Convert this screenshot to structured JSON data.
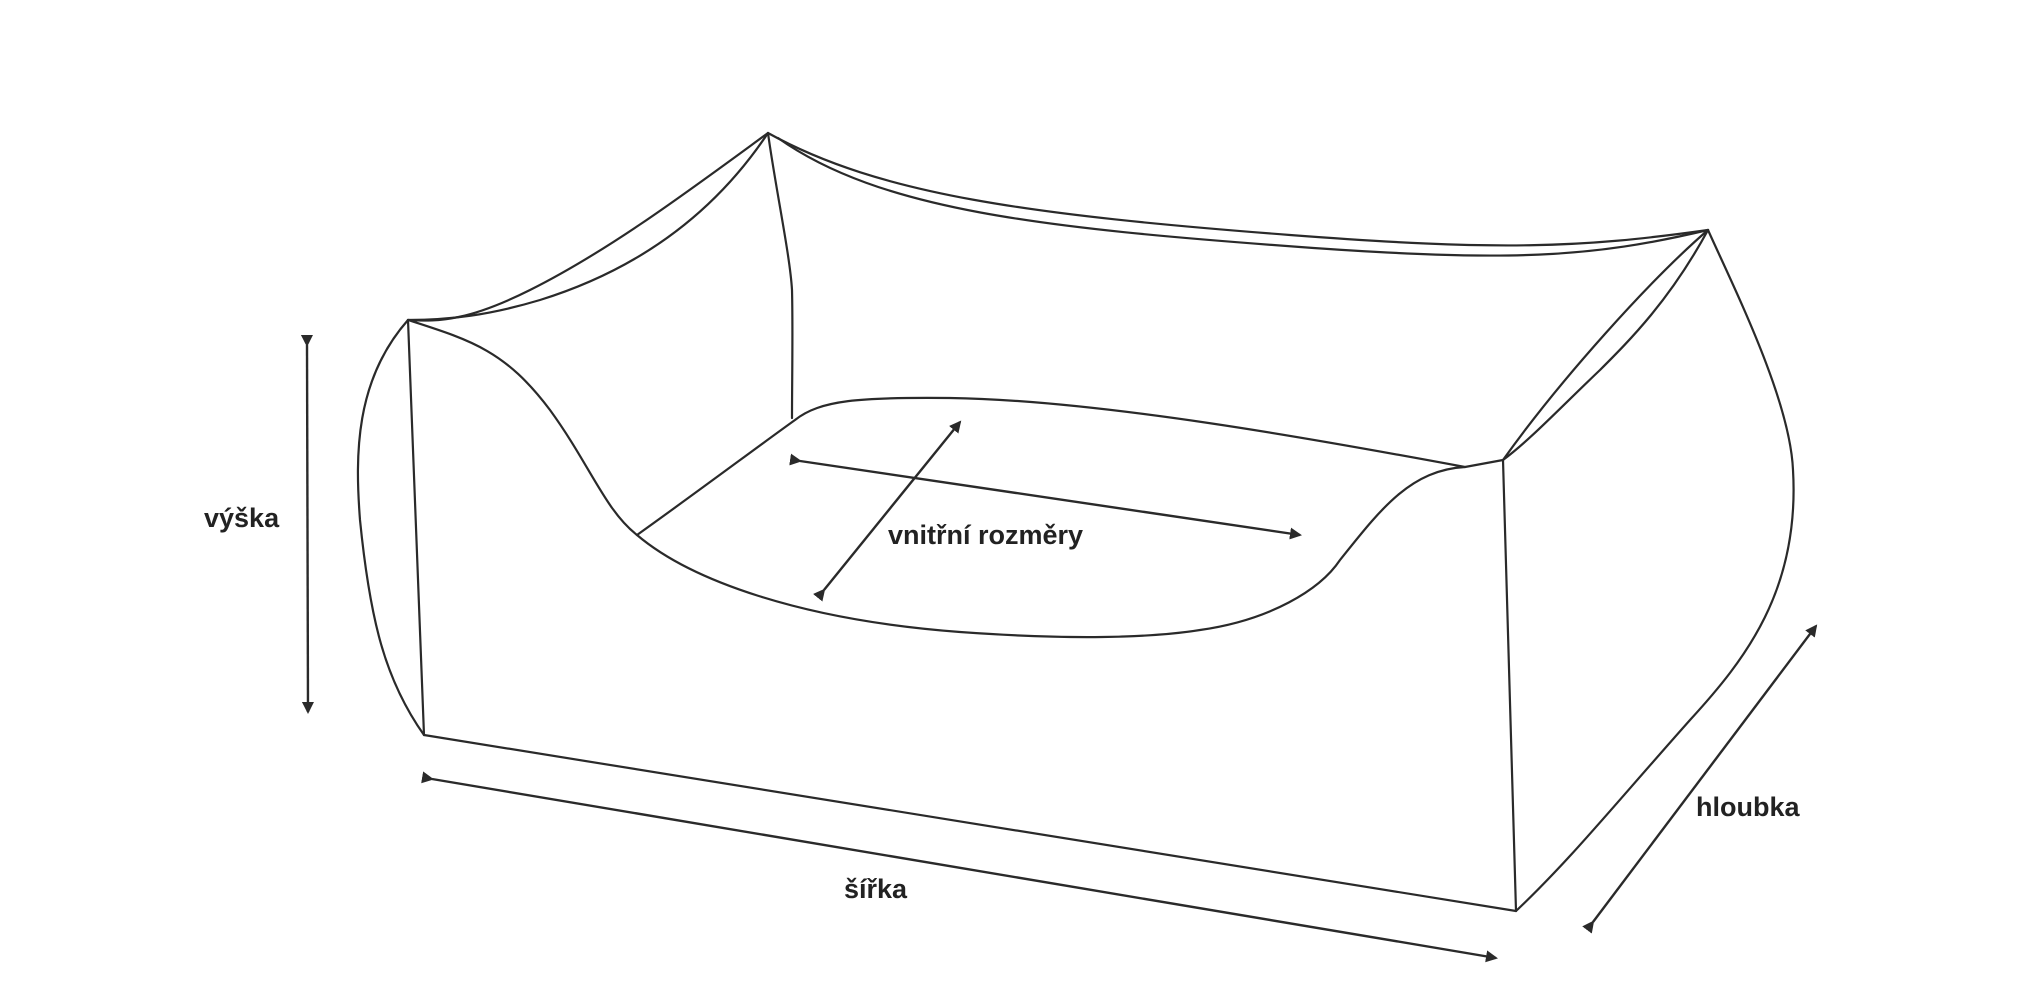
{
  "labels": {
    "height": "výška",
    "inner_dimensions": "vnitřní rozměry",
    "depth": "hloubka",
    "width": "šířka"
  },
  "colors": {
    "line": "#2a2a2a",
    "text": "#222222",
    "background": "#ffffff"
  }
}
